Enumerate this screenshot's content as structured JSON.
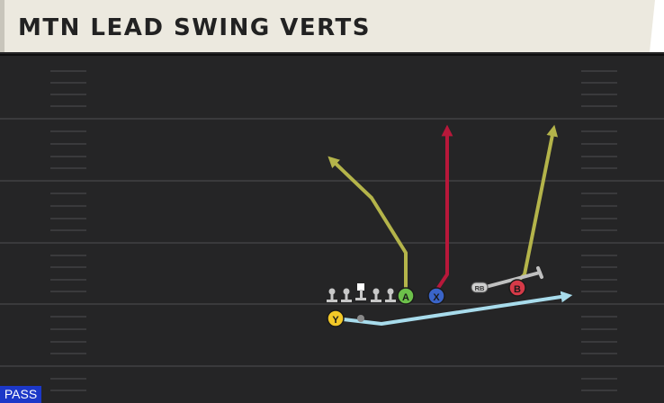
{
  "title": "MTN LEAD SWING VERTS",
  "play_type_badge": "PASS",
  "players": {
    "a": {
      "label": "A",
      "color": "#6cc04a"
    },
    "x": {
      "label": "X",
      "color": "#3a64c8"
    },
    "b": {
      "label": "B",
      "color": "#d63a48"
    },
    "y": {
      "label": "Y",
      "color": "#f2c828"
    },
    "rb": {
      "label": "RB",
      "color": "#cfcfcf"
    }
  },
  "route_colors": {
    "a_route": "#b4b44a",
    "x_route": "#b8183a",
    "b_route": "#b4b44a",
    "y_route": "#a8dcec",
    "rb_block": "#c0c0c0"
  },
  "offensive_line_count": 5
}
